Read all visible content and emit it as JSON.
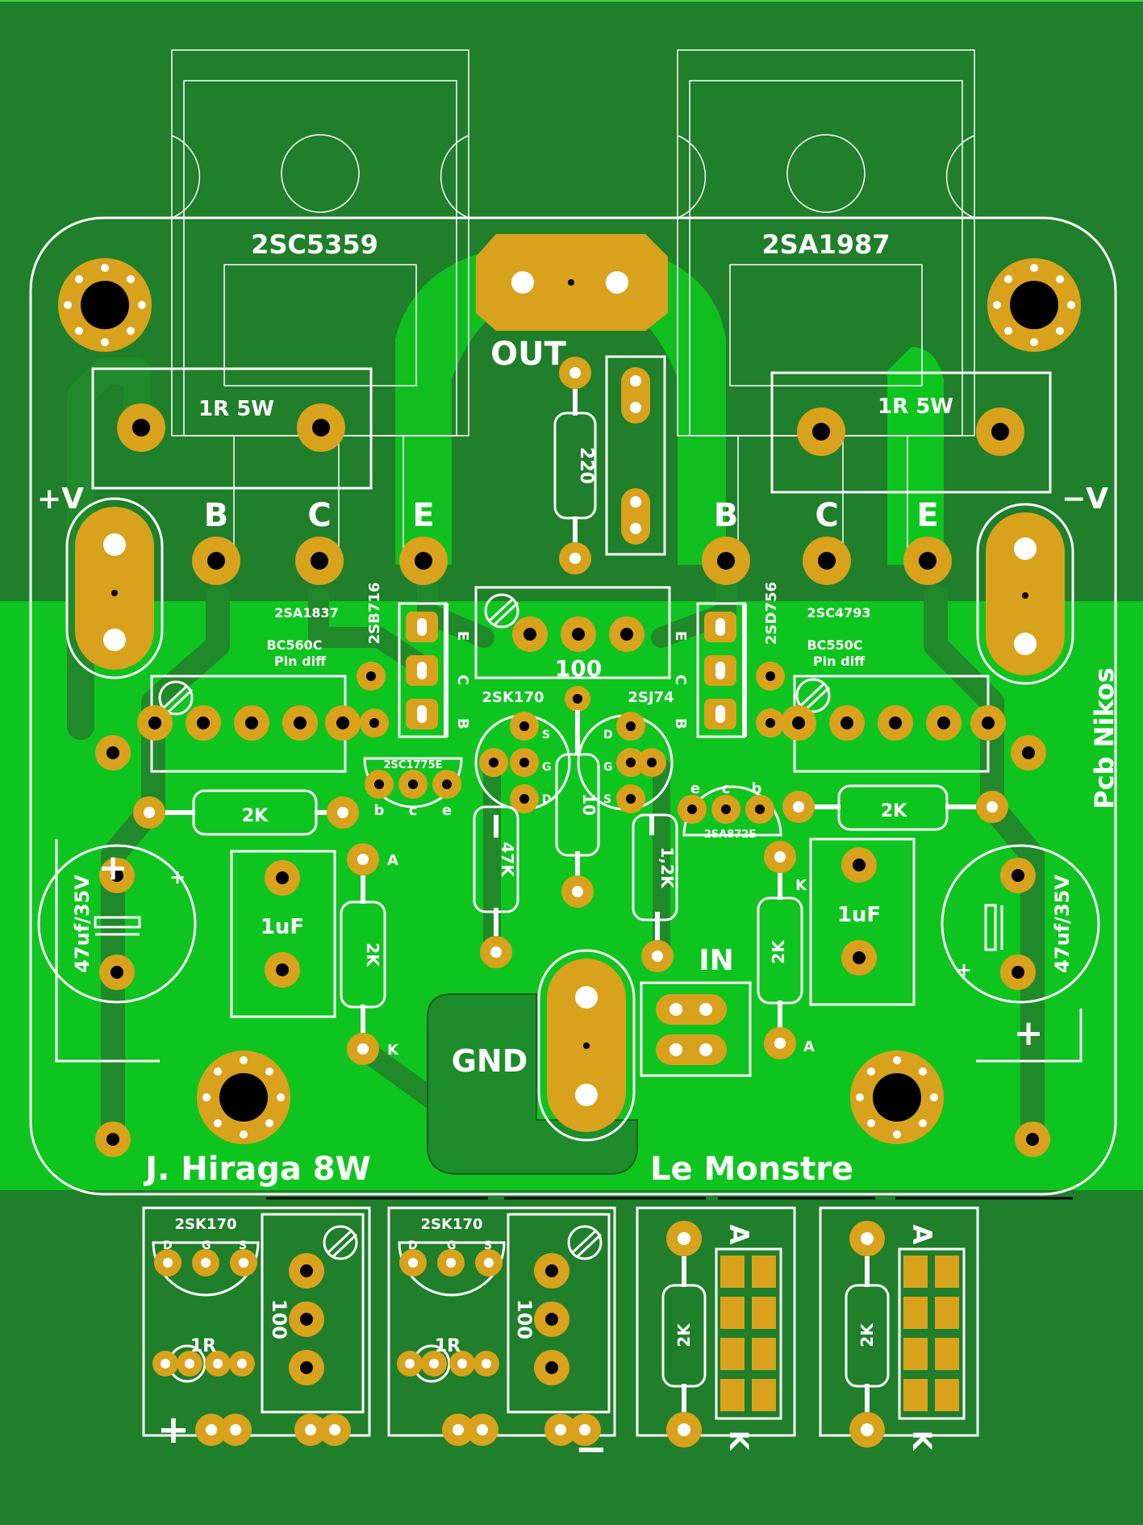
{
  "labels": {
    "q_left": "2SC5359",
    "q_right": "2SA1987",
    "out": "OUT",
    "res_left": "1R 5W",
    "res_right": "1R 5W",
    "r220": "220",
    "plus_v": "+V",
    "minus_v": "−V",
    "b_left": "B",
    "c_left": "C",
    "e_left": "E",
    "b_right": "B",
    "c_right": "C",
    "e_right": "E",
    "q2sa1837": "2SA1837",
    "bc560c": "BC560C",
    "pin_diff_left": "Pin diff",
    "q2sb716": "2SB716",
    "q2sd756": "2SD756",
    "q2sc4793": "2SC4793",
    "bc550c": "BC550C",
    "pin_diff_right": "Pin diff",
    "trim100": "100",
    "q2sk170": "2SK170",
    "q2sj74": "2SJ74",
    "pcb_nikos": "Pcb Nikos",
    "q2sc1775e": "2SC1775E",
    "q2sa872e": "2SA872E",
    "r2k_left": "2K",
    "r2k_right": "2K",
    "r47k": "47K",
    "r10": "10",
    "r12k": "1,2K",
    "cap_left": "47uf/35V",
    "cap_right": "47uf/35V",
    "c1uf_left": "1uF",
    "c1uf_right": "1uF",
    "r2k_v_left": "2K",
    "r2k_v_right": "2K",
    "a_left": "A",
    "k_left": "K",
    "a_right": "A",
    "k_right": "K",
    "in": "IN",
    "gnd": "GND",
    "hiraga": "J. Hiraga 8W",
    "monstre": "Le Monstre",
    "sub1_q": "2SK170",
    "sub2_q": "2SK170",
    "sub_1r_a": "1R",
    "sub_1r_b": "1R",
    "sub_100_a": "100",
    "sub_100_b": "100",
    "sub_plus": "+",
    "sub_minus": "−",
    "sub3_a": "A",
    "sub3_k": "K",
    "sub3_r": "2K",
    "sub4_a": "A",
    "sub4_k": "K",
    "sub4_r": "2K",
    "pin_d": "D",
    "pin_g": "G",
    "pin_s": "S",
    "pin_b": "b",
    "pin_c": "c",
    "pin_e": "e",
    "pin_E": "E",
    "pin_C": "C",
    "pin_B": "B"
  },
  "colors": {
    "background": "#1f7f2a",
    "copper_fill": "#0ec51f",
    "pad": "#d9a21c",
    "silkscreen": "#ffffff"
  }
}
